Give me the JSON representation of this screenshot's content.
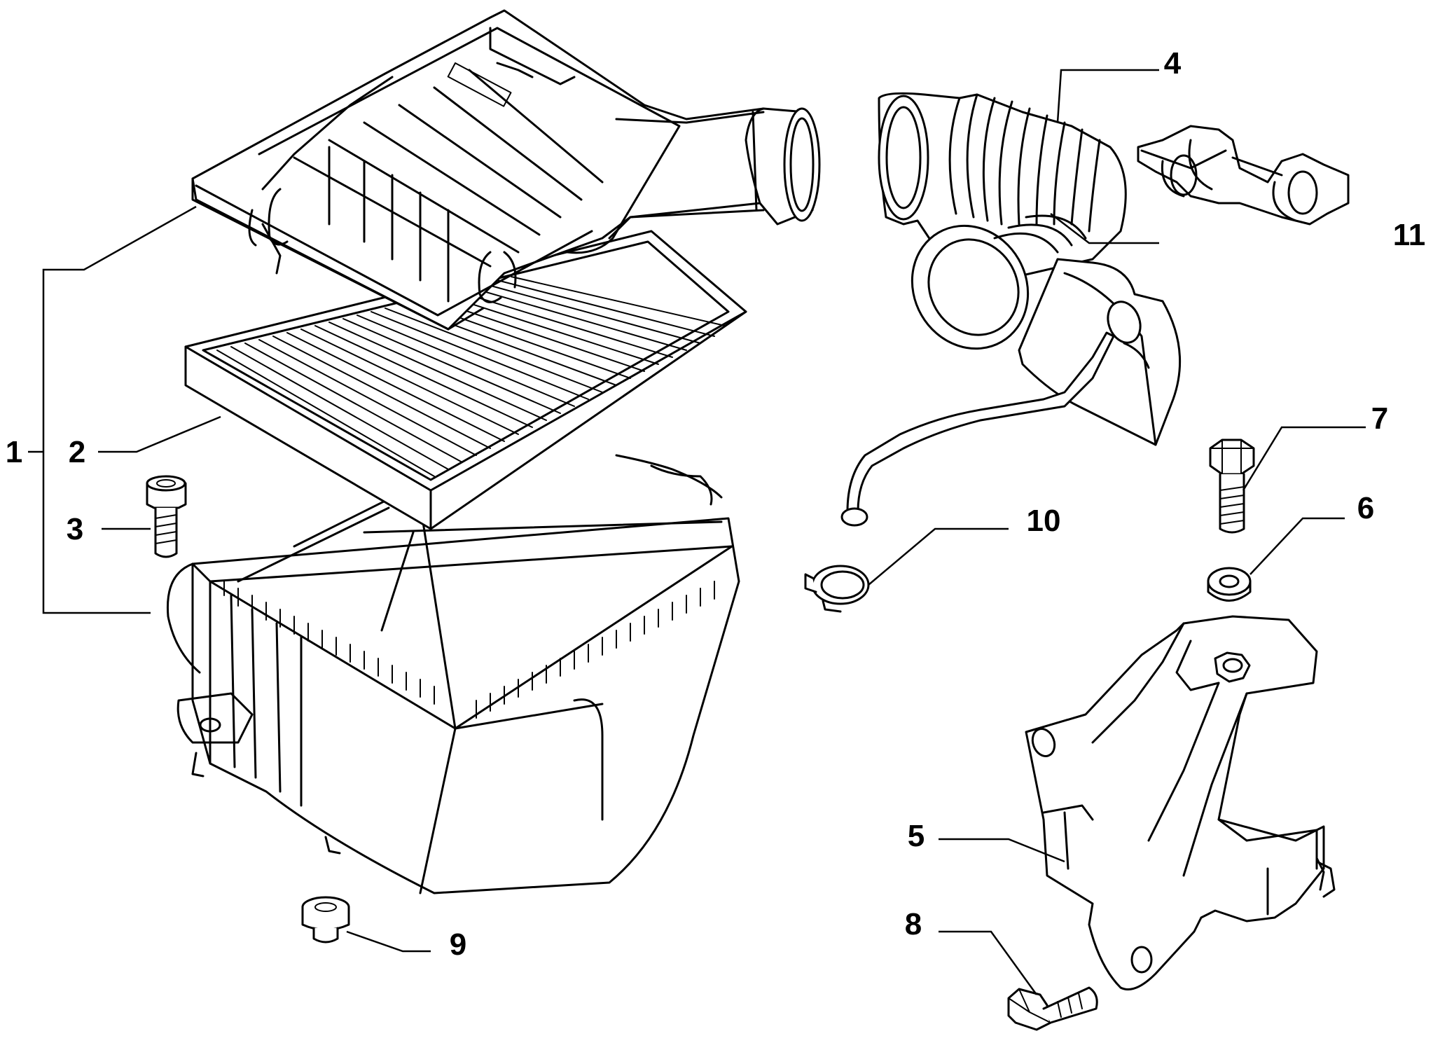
{
  "diagram": {
    "line_color": "#000000",
    "background": "#ffffff",
    "callouts": [
      {
        "id": "1",
        "label": "1"
      },
      {
        "id": "2",
        "label": "2"
      },
      {
        "id": "3",
        "label": "3"
      },
      {
        "id": "4",
        "label": "4"
      },
      {
        "id": "5",
        "label": "5"
      },
      {
        "id": "6",
        "label": "6"
      },
      {
        "id": "7",
        "label": "7"
      },
      {
        "id": "8",
        "label": "8"
      },
      {
        "id": "9",
        "label": "9"
      },
      {
        "id": "10",
        "label": "10"
      },
      {
        "id": "11",
        "label": "11"
      }
    ]
  }
}
